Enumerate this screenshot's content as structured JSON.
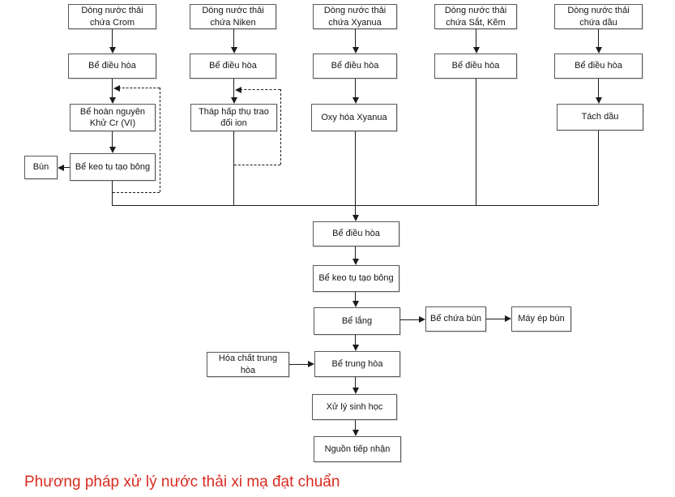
{
  "nodes": {
    "src_crom": "Dòng nước thải chứa Crom",
    "src_niken": "Dòng nước thải chứa Niken",
    "src_xyanua": "Dòng nước thải chứa Xyanua",
    "src_sat_kem": "Dòng nước thải chứa Sắt, Kẽm",
    "src_dau": "Dòng nước thải chứa dầu",
    "dieu_hoa": "Bể điều hòa",
    "hoan_nguyen": "Bể hoàn nguyên Khử Cr (VI)",
    "thap_hap_thu": "Tháp hấp thụ trao đổi ion",
    "oxy_hoa": "Oxy hóa Xyanua",
    "tach_dau": "Tách dầu",
    "bun": "Bùn",
    "keo_tu": "Bể keo tụ tạo bông",
    "lang": "Bể lắng",
    "chua_bun": "Bể chứa bùn",
    "may_ep_bun": "Máy ép bùn",
    "hoa_chat": "Hóa chất trung hòa",
    "trung_hoa": "Bể trung hòa",
    "sinh_hoc": "Xử lý sinh học",
    "tiep_nhan": "Nguồn tiếp nhận"
  },
  "caption": {
    "text": "Phương pháp xử lý nước thải xi mạ đạt chuẩn",
    "color": "#d92b20"
  },
  "colors": {
    "background": "#ffffff",
    "box_border": "#595959",
    "line": "#1c1c1c",
    "text": "#151515"
  }
}
